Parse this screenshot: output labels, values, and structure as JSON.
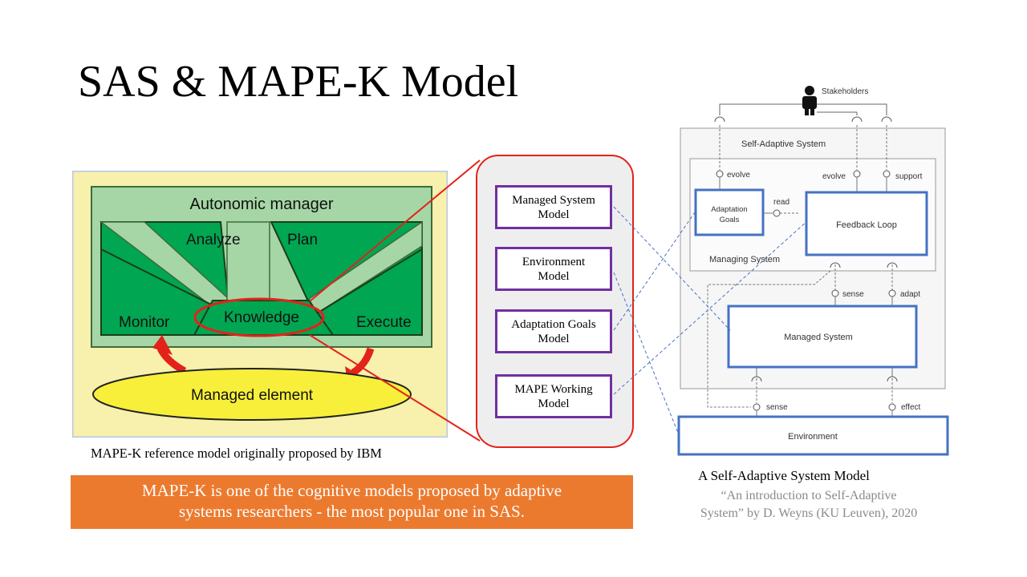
{
  "slide": {
    "title": "SAS & MAPE-K Model"
  },
  "mapek": {
    "autonomic_manager": "Autonomic manager",
    "analyze": "Analyze",
    "plan": "Plan",
    "monitor": "Monitor",
    "execute": "Execute",
    "knowledge": "Knowledge",
    "managed_element": "Managed element",
    "caption": "MAPE-K reference model originally proposed by IBM"
  },
  "callout": {
    "line1": "MAPE-K is one of the cognitive models proposed by adaptive",
    "line2": "systems researchers - the most popular one in SAS."
  },
  "models": [
    {
      "line1": "Managed System",
      "line2": "Model"
    },
    {
      "line1": "Environment",
      "line2": "Model"
    },
    {
      "line1": "Adaptation Goals",
      "line2": "Model"
    },
    {
      "line1": "MAPE Working",
      "line2": "Model"
    }
  ],
  "sas": {
    "stakeholders": "Stakeholders",
    "self_adaptive_system": "Self-Adaptive System",
    "evolve_left": "evolve",
    "evolve_right": "evolve",
    "support": "support",
    "adaptation_goals_line1": "Adaptation",
    "adaptation_goals_line2": "Goals",
    "read": "read",
    "feedback_loop": "Feedback Loop",
    "managing_system": "Managing System",
    "sense_top": "sense",
    "adapt": "adapt",
    "managed_system": "Managed System",
    "sense_bottom": "sense",
    "effect": "effect",
    "environment": "Environment",
    "caption": "A Self-Adaptive System Model",
    "citation_line1": "“An introduction to Self-Adaptive",
    "citation_line2": "System” by D. Weyns (KU Leuven), 2020"
  },
  "colors": {
    "accent_red": "#e2231a",
    "purple": "#7030a0",
    "blue": "#4472c4",
    "orange": "#ec7a2e",
    "green": "#00a651",
    "light_green": "#a6d6a6",
    "yellow": "#f7ef3a",
    "cream": "#f8f0ad"
  }
}
